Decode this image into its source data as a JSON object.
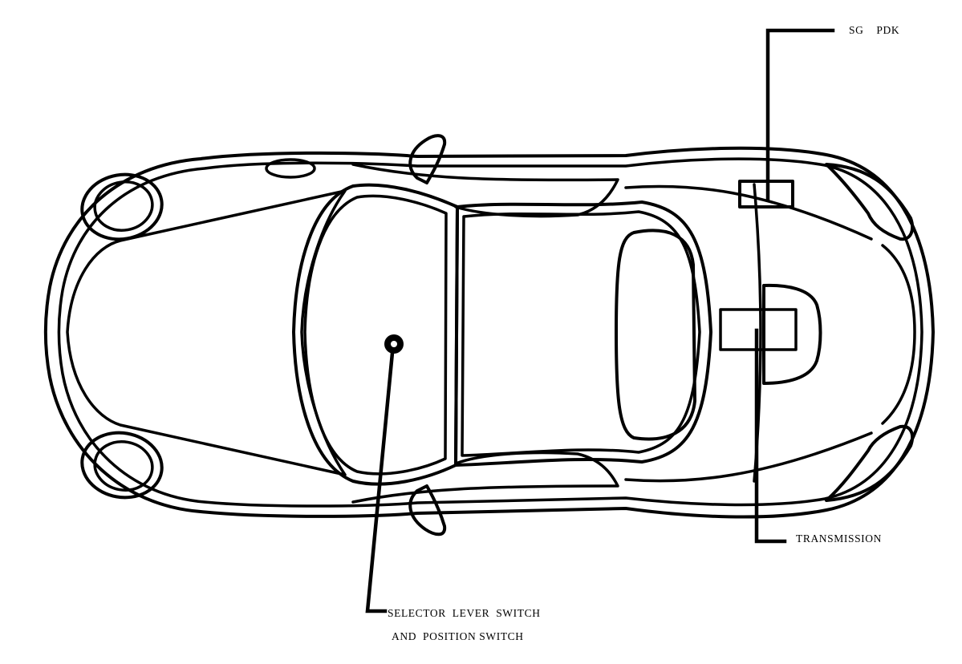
{
  "labels": {
    "control_unit": "SG    PDK",
    "transmission": "TRANSMISSION",
    "selector_line1": "SELECTOR  LEVER  SWITCH",
    "selector_line2": "AND  POSITION SWITCH"
  }
}
